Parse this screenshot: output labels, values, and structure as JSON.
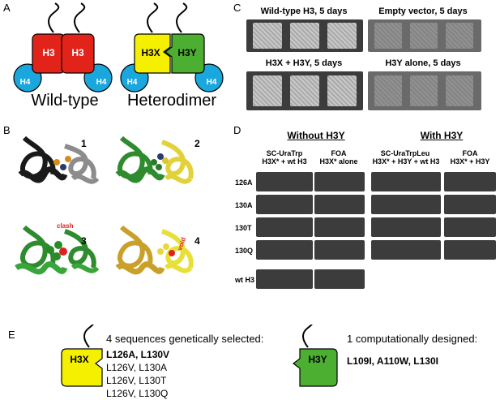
{
  "panels": {
    "a": "A",
    "b": "B",
    "c": "C",
    "d": "D",
    "e": "E"
  },
  "panelA": {
    "wt": {
      "left": "H3",
      "right": "H3",
      "h4l": "H4",
      "h4r": "H4",
      "caption": "Wild-type"
    },
    "het": {
      "left": "H3X",
      "right": "H3Y",
      "h4l": "H4",
      "h4r": "H4",
      "caption": "Heterodimer"
    },
    "colors": {
      "h3": "#e2231a",
      "h3x": "#f5f000",
      "h3y": "#4caf32",
      "h4": "#1aa7dd"
    }
  },
  "panelB": {
    "labels": [
      "1",
      "2",
      "3",
      "4"
    ],
    "clash": "clash",
    "void": "void"
  },
  "panelC": {
    "titles": [
      "Wild-type H3, 5 days",
      "Empty vector, 5 days",
      "H3X + H3Y, 5 days",
      "H3Y alone, 5 days"
    ]
  },
  "panelD": {
    "without": "Without H3Y",
    "with": "With H3Y",
    "col1a": "SC-UraTrp",
    "col1b": "H3X* + wt H3",
    "col2a": "FOA",
    "col2b": "H3X* alone",
    "col3a": "SC-UraTrpLeu",
    "col3b": "H3X* + H3Y + wt H3",
    "col4a": "FOA",
    "col4b": "H3X* + H3Y",
    "rows": [
      "126A",
      "130A",
      "130T",
      "130Q",
      "wt H3"
    ]
  },
  "panelE": {
    "selected_title": "4 sequences genetically selected:",
    "mutations": [
      "L126A, L130V",
      "L126V, L130A",
      "L126V, L130T",
      "L126V, L130Q"
    ],
    "designed_title": "1 computationally designed:",
    "designed": "L109I, A110W, L130I",
    "h3x": "H3X",
    "h3y": "H3Y"
  }
}
